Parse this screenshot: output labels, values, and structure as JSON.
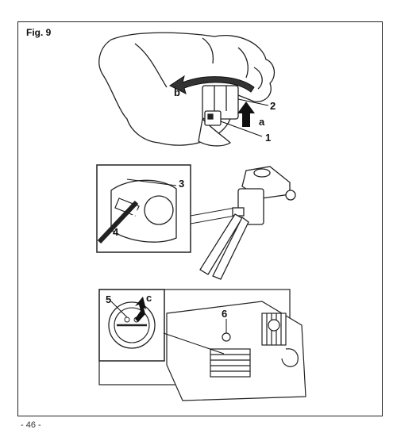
{
  "figure": {
    "title": "Fig. 9"
  },
  "callouts": {
    "one": "1",
    "two": "2",
    "three": "3",
    "four": "4",
    "five": "5",
    "six": "6",
    "a": "a",
    "b": "b",
    "c": "c"
  },
  "footer": {
    "page_number": "- 46 -"
  }
}
